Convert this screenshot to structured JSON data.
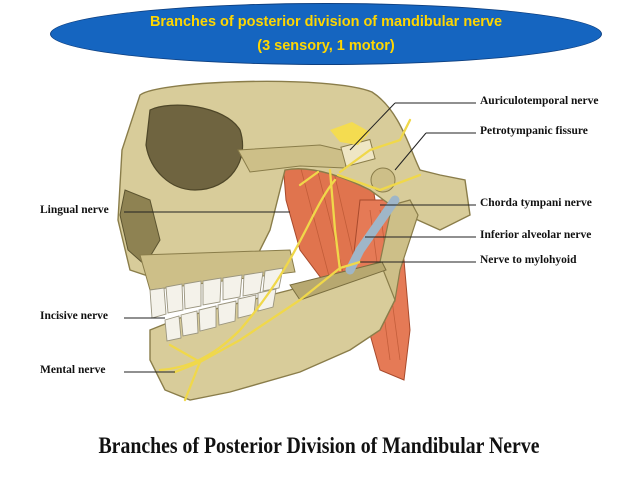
{
  "banner": {
    "line1": "Branches of posterior division of mandibular nerve",
    "line2": "(3 sensory, 1 motor)",
    "color": "#1565c0",
    "text_color": "#ffd600"
  },
  "labels": {
    "auriculotemporal": "Auriculotemporal nerve",
    "petrotympanic": "Petrotympanic fissure",
    "chorda_tympani": "Chorda tympani nerve",
    "inferior_alveolar": "Inferior alveolar nerve",
    "mylohyoid": "Nerve to mylohyoid",
    "lingual": "Lingual nerve",
    "incisive": "Incisive nerve",
    "mental": "Mental nerve"
  },
  "caption": "Branches of Posterior Division of Mandibular Nerve",
  "colors": {
    "bone": "#d8cc9a",
    "bone_shade": "#b7a870",
    "muscle": "#e0744e",
    "nerve": "#f0d84a",
    "teeth": "#f4f2ea"
  }
}
